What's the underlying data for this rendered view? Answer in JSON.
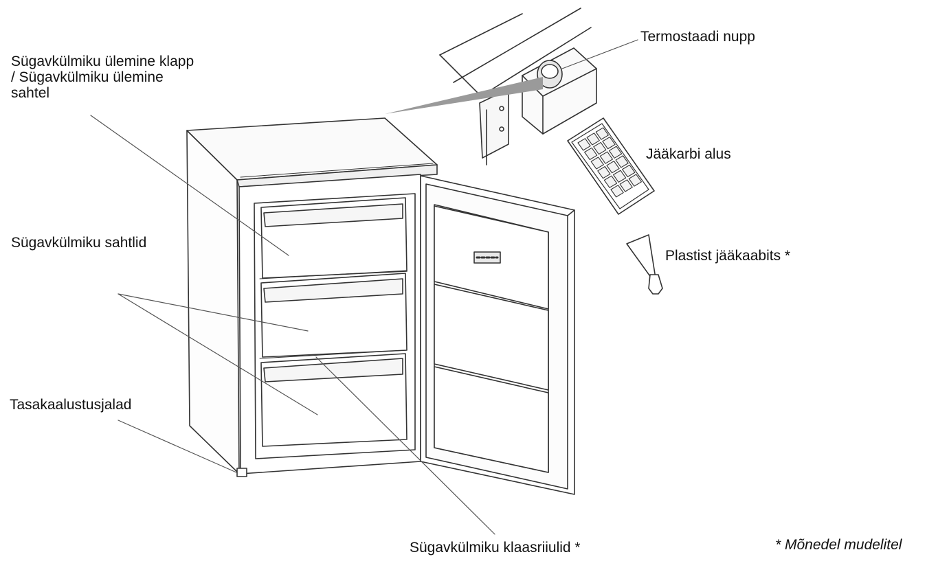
{
  "labels": {
    "top_flap": "Sügavkülmiku ülemine klapp\n/ Sügavkülmiku ülemine\nsahtel",
    "drawers": "Sügavkülmiku sahtlid",
    "feet": "Tasakaalustusjalad",
    "thermostat": "Termostaadi nupp",
    "ice_tray": "Jääkarbi alus",
    "scraper": "Plastist jääkaabits *",
    "glass_shelves": "Sügavkülmiku klaasriiulid *",
    "note": "* Mõnedel mudelitel"
  },
  "colors": {
    "line": "#333333",
    "leader": "#555555",
    "text": "#111111"
  }
}
